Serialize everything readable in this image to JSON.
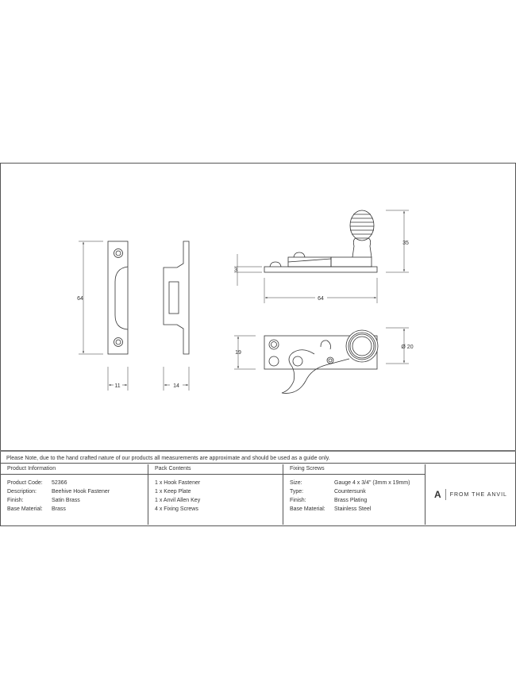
{
  "dimensions": {
    "keep_height": "64",
    "keep_width": "11",
    "keep_depth": "14",
    "fastener_plate_thickness": "3",
    "fastener_height": "35",
    "fastener_length": "64",
    "fastener_width": "19",
    "knob_diameter": "Ø 20"
  },
  "note": "Please Note, due to the hand crafted nature of our products all measurements are approximate and should be used as a guide only.",
  "product_information": {
    "title": "Product Information",
    "rows": [
      {
        "label": "Product Code:",
        "value": "52366"
      },
      {
        "label": "Description:",
        "value": "Beehive Hook Fastener"
      },
      {
        "label": "Finish:",
        "value": "Satin Brass"
      },
      {
        "label": "Base Material:",
        "value": "Brass"
      }
    ]
  },
  "pack_contents": {
    "title": "Pack Contents",
    "items": [
      "1 x Hook Fastener",
      "1 x Keep Plate",
      "1 x Anvil Allen Key",
      "4 x Fixing Screws"
    ]
  },
  "fixing_screws": {
    "title": "Fixing Screws",
    "rows": [
      {
        "label": "Size:",
        "value": "Gauge 4 x 3/4\" (3mm x 19mm)"
      },
      {
        "label": "Type:",
        "value": "Countersunk"
      },
      {
        "label": "Finish:",
        "value": "Brass Plating"
      },
      {
        "label": "Base Material:",
        "value": "Stainless Steel"
      }
    ]
  },
  "brand": {
    "mark": "A",
    "name": "FROM THE ANVIL"
  }
}
